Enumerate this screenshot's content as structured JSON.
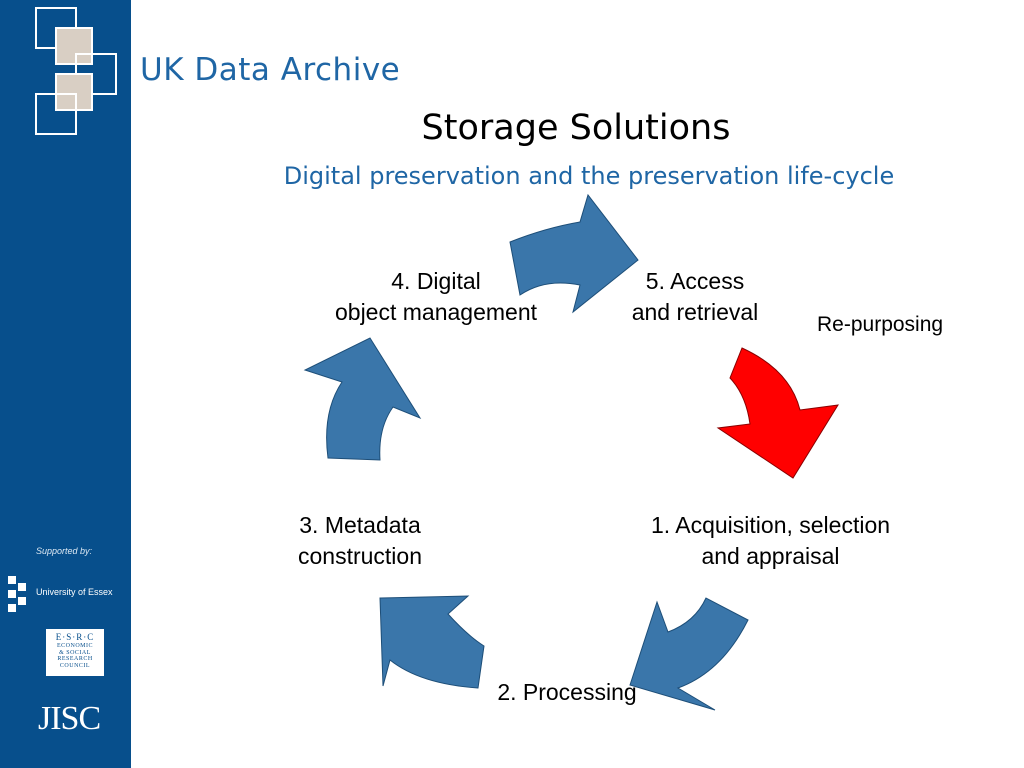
{
  "brand": {
    "name": "UK Data Archive"
  },
  "slide": {
    "title": "Storage Solutions",
    "subtitle": "Digital preservation and the preservation life-cycle"
  },
  "stages": [
    {
      "line1": "1. Acquisition, selection",
      "line2": "and appraisal"
    },
    {
      "line1": "2. Processing",
      "line2": ""
    },
    {
      "line1": "3. Metadata",
      "line2": "construction"
    },
    {
      "line1": "4. Digital",
      "line2": "object management"
    },
    {
      "line1": "5. Access",
      "line2": "and retrieval"
    }
  ],
  "repurposing_label": "Re-purposing",
  "sidebar": {
    "supported_by": "Supported by:",
    "university": "University of Essex",
    "esrc_top": "E·S·R·C",
    "esrc_lines": [
      "ECONOMIC",
      "& SOCIAL",
      "RESEARCH",
      "COUNCIL"
    ],
    "jisc": "JISC"
  },
  "colors": {
    "sidebar": "#074f8c",
    "brand_text": "#1f66a5",
    "arrow_blue": "#3a76aa",
    "arrow_red": "#ff0000",
    "logo_square": "#d9cfc4"
  }
}
